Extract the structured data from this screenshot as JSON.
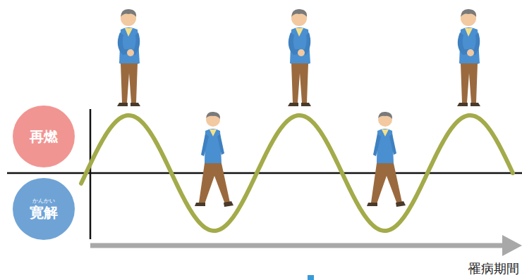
{
  "diagram": {
    "nodes": [
      {
        "text": [
          "再燃"
        ]
      },
      {
        "text": [
          "かんかい",
          "寛解"
        ]
      }
    ],
    "labels": [
      "罹病期間"
    ]
  }
}
